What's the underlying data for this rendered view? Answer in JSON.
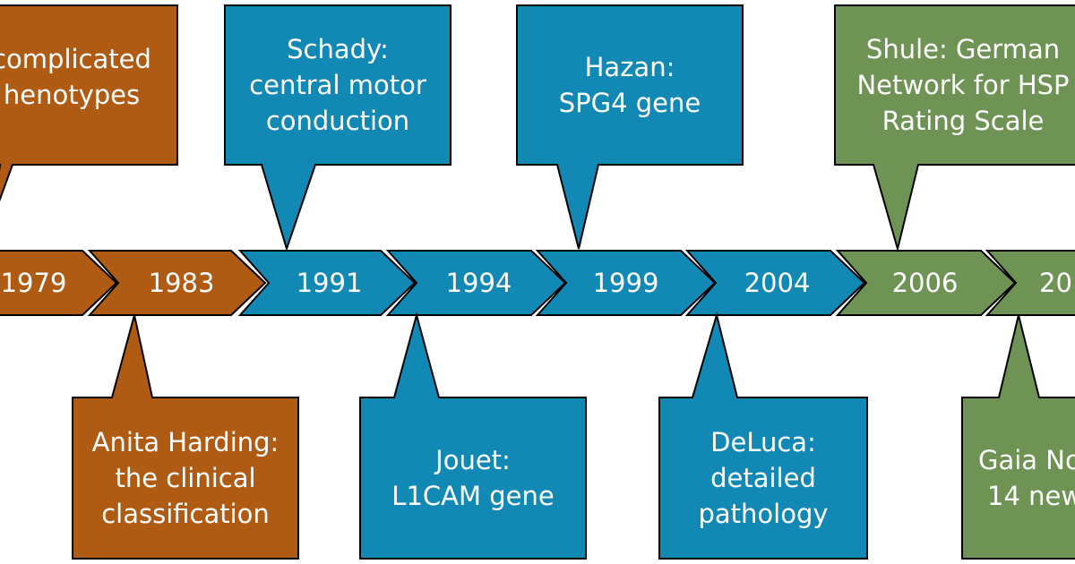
{
  "colors": {
    "orange": "#B05B14",
    "blue": "#1288B4",
    "green": "#6E9354",
    "outline": "#000000"
  },
  "timeline": [
    {
      "year": "1979",
      "color": "orange"
    },
    {
      "year": "1983",
      "color": "orange"
    },
    {
      "year": "1991",
      "color": "blue"
    },
    {
      "year": "1994",
      "color": "blue"
    },
    {
      "year": "1999",
      "color": "blue"
    },
    {
      "year": "2004",
      "color": "blue"
    },
    {
      "year": "2006",
      "color": "green"
    },
    {
      "year": "20",
      "color": "green"
    }
  ],
  "callouts": [
    {
      "lines": [
        "complicated",
        "henotypes"
      ],
      "color": "orange"
    },
    {
      "lines": [
        "Schady:",
        "central motor",
        "conduction"
      ],
      "color": "blue"
    },
    {
      "lines": [
        "Hazan:",
        "SPG4 gene"
      ],
      "color": "blue"
    },
    {
      "lines": [
        "Shule: German",
        "Network for HSP",
        "Rating Scale"
      ],
      "color": "green"
    },
    {
      "lines": [
        "Anita Harding:",
        "the clinical",
        "classification"
      ],
      "color": "orange"
    },
    {
      "lines": [
        "Jouet:",
        "L1CAM gene"
      ],
      "color": "blue"
    },
    {
      "lines": [
        "DeLuca:",
        "detailed",
        "pathology"
      ],
      "color": "blue"
    },
    {
      "lines": [
        "Gaia No",
        "14 new"
      ],
      "color": "green"
    }
  ]
}
